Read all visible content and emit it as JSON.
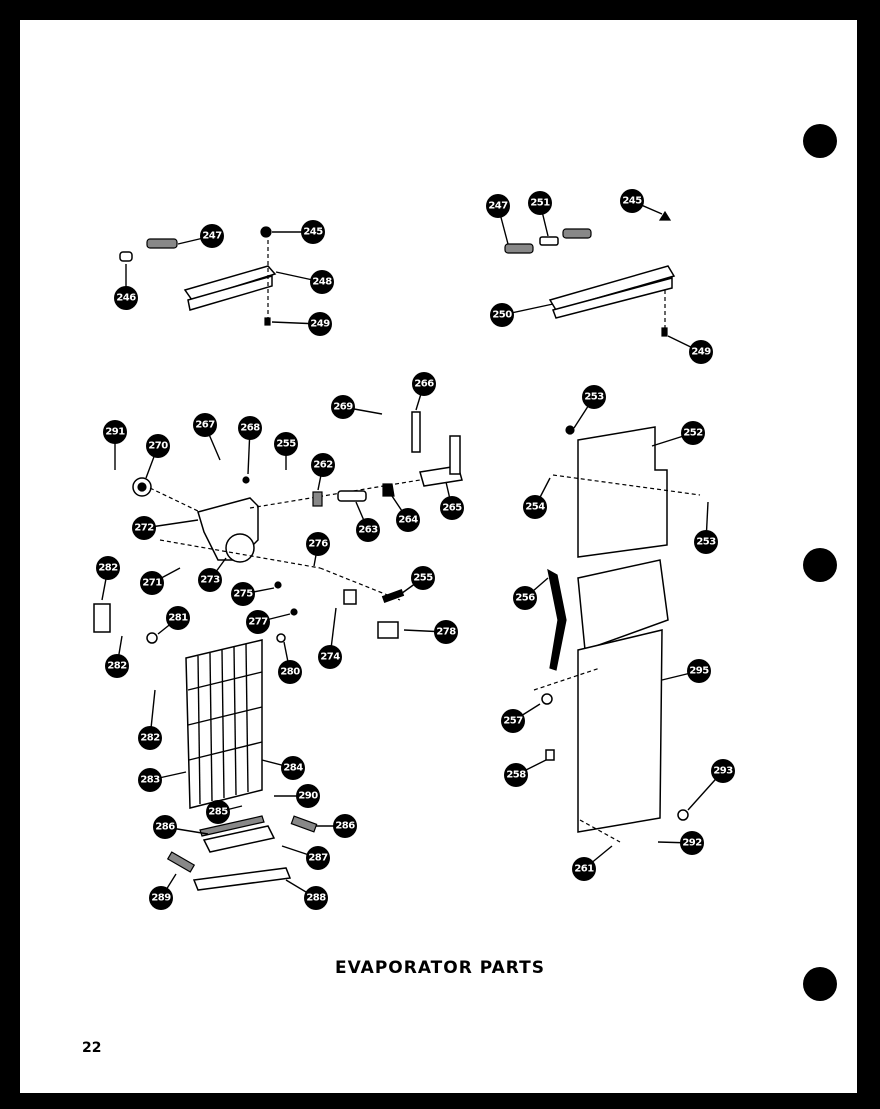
{
  "title": "EVAPORATOR PARTS",
  "page_number": "22",
  "callouts": [
    {
      "id": "c246a",
      "label": "246"
    },
    {
      "id": "c247a",
      "label": "247"
    },
    {
      "id": "c245a",
      "label": "245"
    },
    {
      "id": "c248a",
      "label": "248"
    },
    {
      "id": "c249a",
      "label": "249"
    },
    {
      "id": "c247b",
      "label": "247"
    },
    {
      "id": "c251",
      "label": "251"
    },
    {
      "id": "c245b",
      "label": "245"
    },
    {
      "id": "c250",
      "label": "250"
    },
    {
      "id": "c249b",
      "label": "249"
    },
    {
      "id": "c291",
      "label": "291"
    },
    {
      "id": "c270",
      "label": "270"
    },
    {
      "id": "c267",
      "label": "267"
    },
    {
      "id": "c268",
      "label": "268"
    },
    {
      "id": "c255a",
      "label": "255"
    },
    {
      "id": "c269",
      "label": "269"
    },
    {
      "id": "c266",
      "label": "266"
    },
    {
      "id": "c262",
      "label": "262"
    },
    {
      "id": "c272",
      "label": "272"
    },
    {
      "id": "c263",
      "label": "263"
    },
    {
      "id": "c264",
      "label": "264"
    },
    {
      "id": "c265",
      "label": "265"
    },
    {
      "id": "c271",
      "label": "271"
    },
    {
      "id": "c273",
      "label": "273"
    },
    {
      "id": "c276",
      "label": "276"
    },
    {
      "id": "c275",
      "label": "275"
    },
    {
      "id": "c255b",
      "label": "255"
    },
    {
      "id": "c282a",
      "label": "282"
    },
    {
      "id": "c281",
      "label": "281"
    },
    {
      "id": "c277",
      "label": "277"
    },
    {
      "id": "c278",
      "label": "278"
    },
    {
      "id": "c274",
      "label": "274"
    },
    {
      "id": "c282b",
      "label": "282"
    },
    {
      "id": "c280",
      "label": "280"
    },
    {
      "id": "c282c",
      "label": "282"
    },
    {
      "id": "c283",
      "label": "283"
    },
    {
      "id": "c284",
      "label": "284"
    },
    {
      "id": "c285",
      "label": "285"
    },
    {
      "id": "c290",
      "label": "290"
    },
    {
      "id": "c286a",
      "label": "286"
    },
    {
      "id": "c286b",
      "label": "286"
    },
    {
      "id": "c287",
      "label": "287"
    },
    {
      "id": "c288",
      "label": "288"
    },
    {
      "id": "c289",
      "label": "289"
    },
    {
      "id": "c253a",
      "label": "253"
    },
    {
      "id": "c252",
      "label": "252"
    },
    {
      "id": "c254",
      "label": "254"
    },
    {
      "id": "c253b",
      "label": "253"
    },
    {
      "id": "c256",
      "label": "256"
    },
    {
      "id": "c295",
      "label": "295"
    },
    {
      "id": "c257",
      "label": "257"
    },
    {
      "id": "c258",
      "label": "258"
    },
    {
      "id": "c293",
      "label": "293"
    },
    {
      "id": "c292",
      "label": "292"
    },
    {
      "id": "c261",
      "label": "261"
    }
  ]
}
